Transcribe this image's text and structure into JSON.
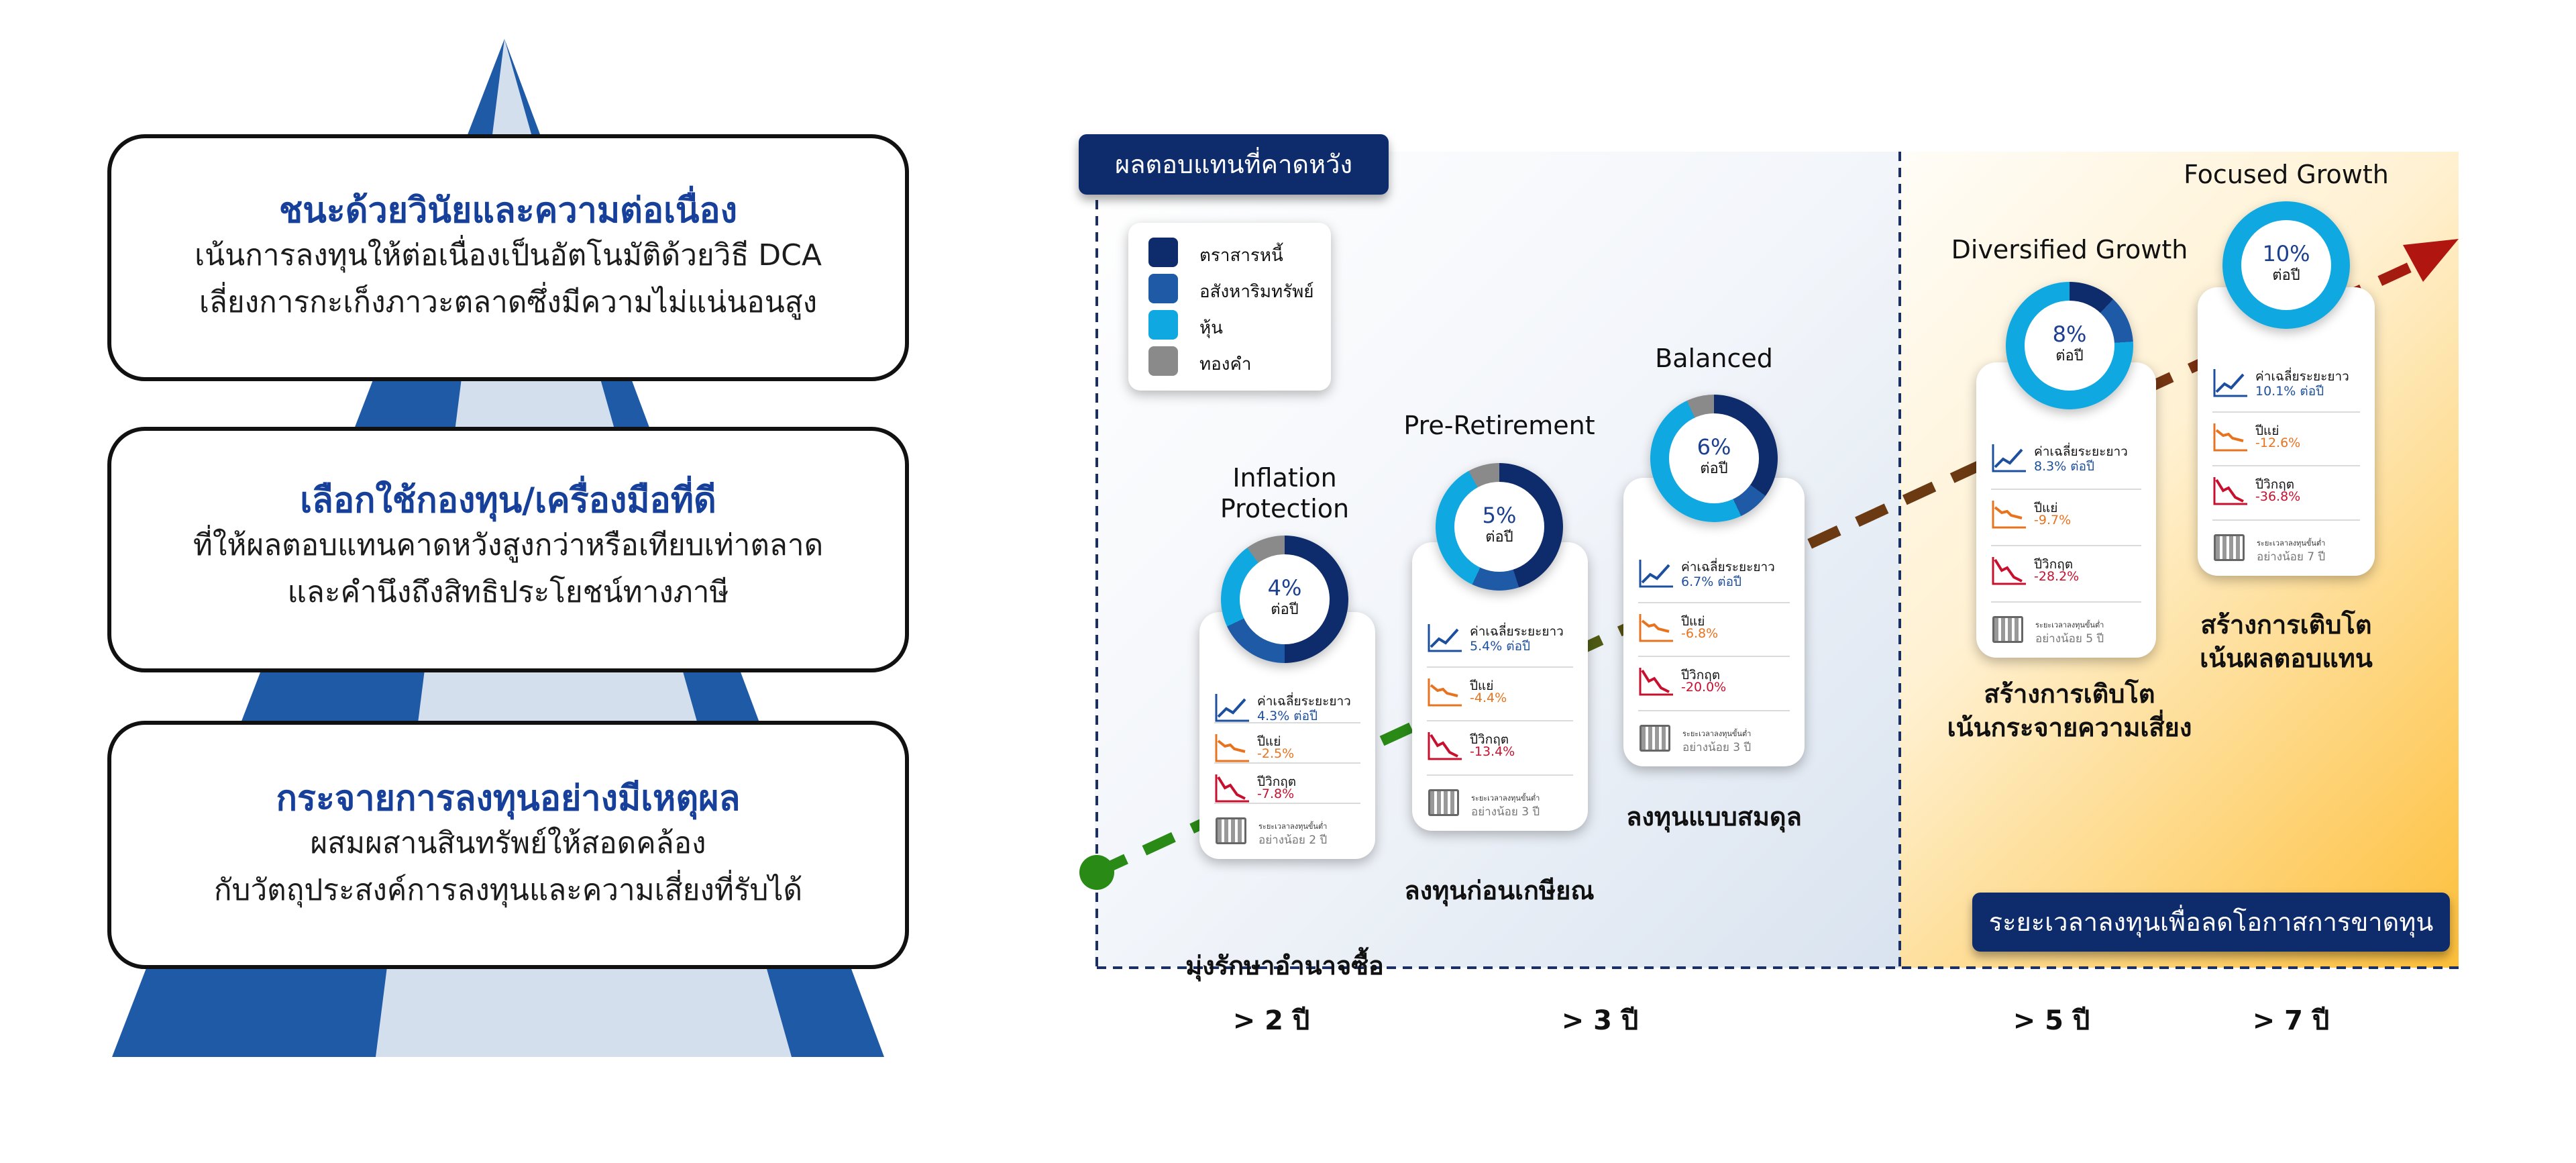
{
  "pyramid": {
    "tiers": [
      {
        "title": "ชนะด้วยวินัยและความต่อเนื่อง",
        "lines": [
          "เน้นการลงทุนให้ต่อเนื่องเป็นอัตโนมัติด้วยวิธี DCA",
          "เลี่ยงการกะเก็งภาวะตลาดซึ่งมีความไม่แน่นอนสูง"
        ]
      },
      {
        "title": "เลือกใช้กองทุน/เครื่องมือที่ดี",
        "lines": [
          "ที่ให้ผลตอบแทนคาดหวังสูงกว่าหรือเทียบเท่าตลาด",
          "และคำนึงถึงสิทธิประโยชน์ทางภาษี"
        ]
      },
      {
        "title": "กระจายการลงทุนอย่างมีเหตุผล",
        "lines": [
          "ผสมผสานสินทรัพย์ให้สอดคล้อง",
          "กับวัตถุประสงค์การลงทุนและความเสี่ยงที่รับได้"
        ]
      }
    ]
  },
  "diagram": {
    "header_badge": "ผลตอบแทนที่คาดหวัง",
    "time_badge": "ระยะเวลาลงทุนเพื่อลดโอกาสการขาดทุน",
    "legend": [
      {
        "label": "ตราสารหนี้",
        "color": "#0e2b6b"
      },
      {
        "label": "อสังหาริมทรัพย์",
        "color": "#1f5aa6"
      },
      {
        "label": "หุ้น",
        "color": "#10a8e0"
      },
      {
        "label": "ทองคำ",
        "color": "#8a8a8a"
      }
    ],
    "stages": [
      {
        "name": "Inflation\nProtection",
        "return": "4%",
        "return_unit": "ต่อปี",
        "avg_label": "ค่าเฉลี่ยระยะยาว",
        "avg_value": "4.3% ต่อปี",
        "bad_label": "ปีแย่",
        "bad_value": "-2.5%",
        "crisis_label": "ปีวิกฤต",
        "crisis_value": "-7.8%",
        "period_label": "ระยะเวลาลงทุนขั้นต่ำ",
        "period_value": "อย่างน้อย 2 ปี",
        "thai": "มุ่งรักษาอำนาจซื้อ",
        "years": "> 2 ปี",
        "mix": [
          {
            "asset": "ตราสารหนี้",
            "value": 50
          },
          {
            "asset": "อสังหาริมทรัพย์",
            "value": 18
          },
          {
            "asset": "หุ้น",
            "value": 22
          },
          {
            "asset": "ทองคำ",
            "value": 10
          }
        ]
      },
      {
        "name": "Pre-Retirement",
        "return": "5%",
        "return_unit": "ต่อปี",
        "avg_label": "ค่าเฉลี่ยระยะยาว",
        "avg_value": "5.4% ต่อปี",
        "bad_label": "ปีแย่",
        "bad_value": "-4.4%",
        "crisis_label": "ปีวิกฤต",
        "crisis_value": "-13.4%",
        "period_label": "ระยะเวลาลงทุนขั้นต่ำ",
        "period_value": "อย่างน้อย 3 ปี",
        "thai": "ลงทุนก่อนเกษียณ",
        "years": "> 3 ปี",
        "mix": [
          {
            "asset": "ตราสารหนี้",
            "value": 45
          },
          {
            "asset": "อสังหาริมทรัพย์",
            "value": 12
          },
          {
            "asset": "หุ้น",
            "value": 35
          },
          {
            "asset": "ทองคำ",
            "value": 8
          }
        ]
      },
      {
        "name": "Balanced",
        "return": "6%",
        "return_unit": "ต่อปี",
        "avg_label": "ค่าเฉลี่ยระยะยาว",
        "avg_value": "6.7% ต่อปี",
        "bad_label": "ปีแย่",
        "bad_value": "-6.8%",
        "crisis_label": "ปีวิกฤต",
        "crisis_value": "-20.0%",
        "period_label": "ระยะเวลาลงทุนขั้นต่ำ",
        "period_value": "อย่างน้อย 3 ปี",
        "thai": "ลงทุนแบบสมดุล",
        "years": "",
        "mix": [
          {
            "asset": "ตราสารหนี้",
            "value": 35
          },
          {
            "asset": "อสังหาริมทรัพย์",
            "value": 8
          },
          {
            "asset": "หุ้น",
            "value": 50
          },
          {
            "asset": "ทองคำ",
            "value": 7
          }
        ]
      },
      {
        "name": "Diversified Growth",
        "return": "8%",
        "return_unit": "ต่อปี",
        "avg_label": "ค่าเฉลี่ยระยะยาว",
        "avg_value": "8.3% ต่อปี",
        "bad_label": "ปีแย่",
        "bad_value": "-9.7%",
        "crisis_label": "ปีวิกฤต",
        "crisis_value": "-28.2%",
        "period_label": "ระยะเวลาลงทุนขั้นต่ำ",
        "period_value": "อย่างน้อย 5 ปี",
        "thai": "สร้างการเติบโต\nเน้นกระจายความเสี่ยง",
        "years": "> 5 ปี",
        "mix": [
          {
            "asset": "ตราสารหนี้",
            "value": 12
          },
          {
            "asset": "อสังหาริมทรัพย์",
            "value": 12
          },
          {
            "asset": "หุ้น",
            "value": 76
          },
          {
            "asset": "ทองคำ",
            "value": 0
          }
        ]
      },
      {
        "name": "Focused Growth",
        "return": "10%",
        "return_unit": "ต่อปี",
        "avg_label": "ค่าเฉลี่ยระยะยาว",
        "avg_value": "10.1% ต่อปี",
        "bad_label": "ปีแย่",
        "bad_value": "-12.6%",
        "crisis_label": "ปีวิกฤต",
        "crisis_value": "-36.8%",
        "period_label": "ระยะเวลาลงทุนขั้นต่ำ",
        "period_value": "อย่างน้อย 7 ปี",
        "thai": "สร้างการเติบโต\nเน้นผลตอบแทน",
        "years": "> 7 ปี",
        "mix": [
          {
            "asset": "ตราสารหนี้",
            "value": 0
          },
          {
            "asset": "อสังหาริมทรัพย์",
            "value": 0
          },
          {
            "asset": "หุ้น",
            "value": 100
          },
          {
            "asset": "ทองคำ",
            "value": 0
          }
        ]
      }
    ],
    "colors": {
      "avg": "#1d4f9f",
      "bad": "#e8731e",
      "crisis": "#c8102e",
      "line_green": "#2a8a16",
      "line_brown": "#6b3a12",
      "line_red": "#b0150f"
    }
  }
}
